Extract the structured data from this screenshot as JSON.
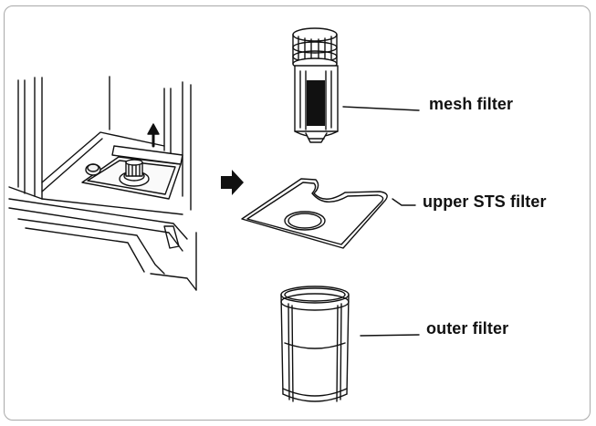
{
  "labels": {
    "mesh_filter": "mesh filter",
    "upper_sts_filter": "upper STS filter",
    "outer_filter": "outer filter"
  },
  "colors": {
    "frame_border": "#a9a9a9",
    "ink": "#111111",
    "pale_fill": "#eeeeee"
  },
  "icons": {
    "lift_arrow": "arrow-up-icon",
    "step_arrow": "arrow-right-icon"
  }
}
